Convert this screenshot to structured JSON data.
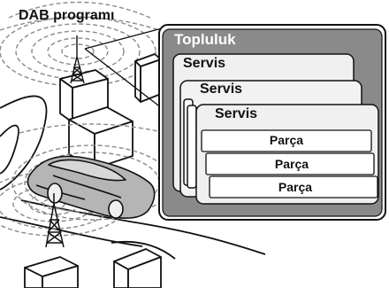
{
  "title": "DAB programı",
  "ensemble": {
    "label": "Topluluk",
    "services": [
      {
        "label": "Servis"
      },
      {
        "label": "Servis"
      },
      {
        "label": "Servis"
      }
    ],
    "components": [
      {
        "label": "Parça"
      },
      {
        "label": "Parça"
      },
      {
        "label": "Parça"
      }
    ]
  },
  "colors": {
    "ensemble_fill": "#8a8a8a",
    "service_fill": "#f0f0f0",
    "component_fill": "#ffffff",
    "outline": "#111111",
    "ensemble_text": "#ffffff",
    "wave": "#8a8a8a"
  },
  "icons": {
    "tower": "transmitter-tower-icon",
    "car": "car-icon",
    "building": "building-icon"
  }
}
